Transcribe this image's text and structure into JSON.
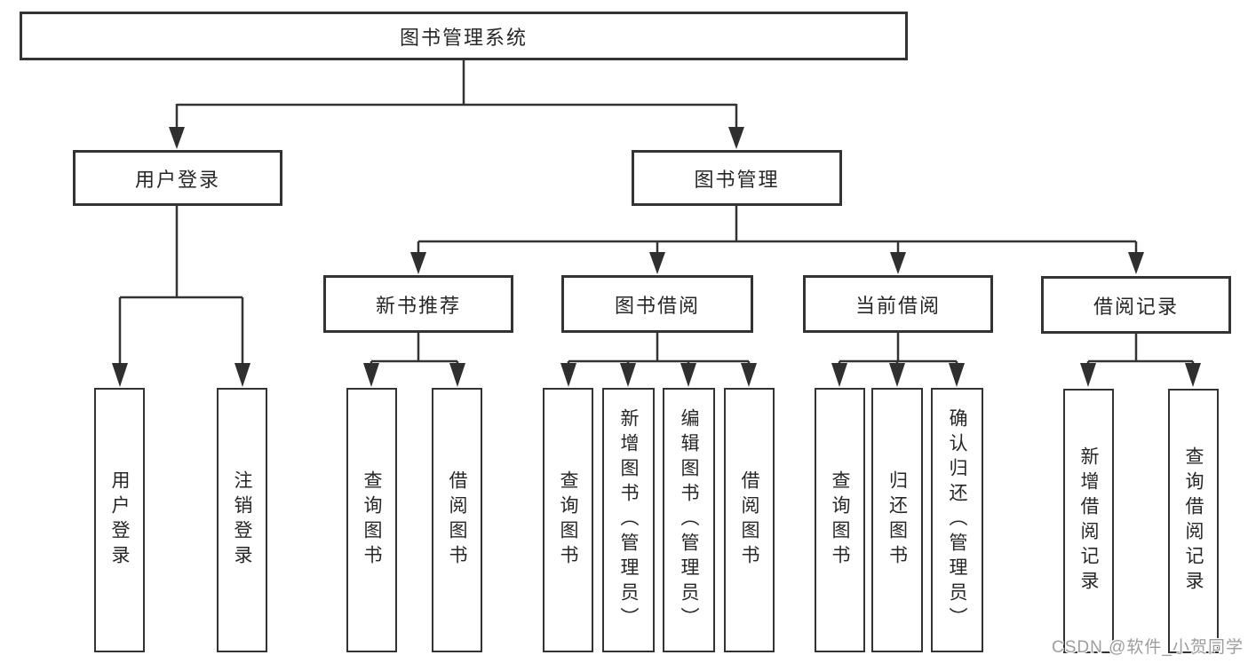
{
  "watermark": "CSDN @软件_小贺同学",
  "colors": {
    "background": "#ffffff",
    "line": "#333333",
    "box_border": "#333333",
    "box_fill": "#ffffff",
    "text": "#272727",
    "watermark": "#9d9d9d"
  },
  "tree": {
    "root": {
      "label": "图书管理系统"
    },
    "branches": [
      {
        "label": "用户登录",
        "children": [
          {
            "label": "用户登录"
          },
          {
            "label": "注销登录"
          }
        ]
      },
      {
        "label": "图书管理",
        "children": [
          {
            "label": "新书推荐",
            "children": [
              {
                "label": "查询图书"
              },
              {
                "label": "借阅图书"
              }
            ]
          },
          {
            "label": "图书借阅",
            "children": [
              {
                "label": "查询图书"
              },
              {
                "label": "新增图书（管理员）"
              },
              {
                "label": "编辑图书（管理员）"
              },
              {
                "label": "借阅图书"
              }
            ]
          },
          {
            "label": "当前借阅",
            "children": [
              {
                "label": "查询图书"
              },
              {
                "label": "归还图书"
              },
              {
                "label": "确认归还（管理员）"
              }
            ]
          },
          {
            "label": "借阅记录",
            "children": [
              {
                "label": "新增借阅记录"
              },
              {
                "label": "查询借阅记录"
              }
            ]
          }
        ]
      }
    ]
  }
}
